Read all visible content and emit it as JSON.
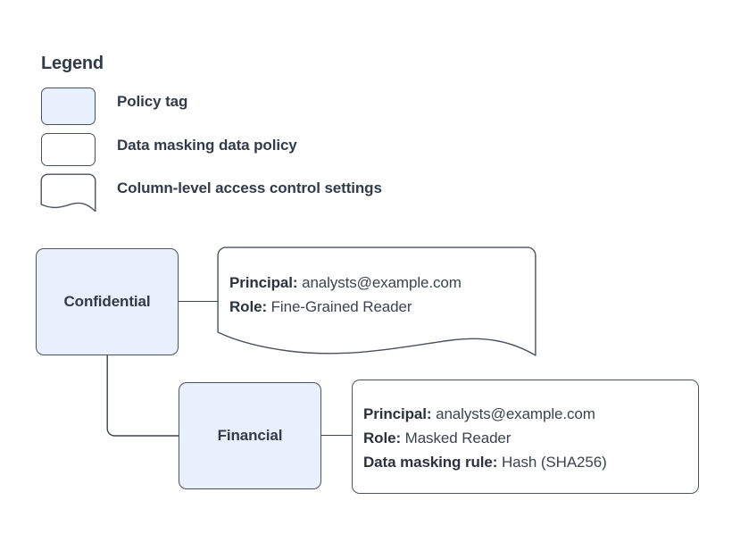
{
  "legend": {
    "title": "Legend",
    "items": [
      {
        "shape": "rounded-rect-filled",
        "label": "Policy tag"
      },
      {
        "shape": "rounded-rect",
        "label": "Data masking data policy"
      },
      {
        "shape": "wavy-bottom-rect",
        "label": "Column-level access control settings"
      }
    ]
  },
  "diagram": {
    "nodes": [
      {
        "id": "confidential",
        "label": "Confidential"
      },
      {
        "id": "financial",
        "label": "Financial"
      }
    ],
    "callouts": [
      {
        "id": "confidential-settings",
        "shape": "wavy-bottom-rect",
        "lines": [
          {
            "key": "Principal:",
            "value": "analysts@example.com"
          },
          {
            "key": "Role:",
            "value": "Fine-Grained Reader"
          }
        ]
      },
      {
        "id": "financial-policy",
        "shape": "rounded-rect",
        "lines": [
          {
            "key": "Principal:",
            "value": "analysts@example.com"
          },
          {
            "key": "Role:",
            "value": "Masked Reader"
          },
          {
            "key": "Data masking rule:",
            "value": "Hash (SHA256)"
          }
        ]
      }
    ]
  },
  "colors": {
    "tag_fill": "#e8f0fe",
    "stroke": "#4a5260",
    "text": "#323b49",
    "background": "#ffffff"
  }
}
